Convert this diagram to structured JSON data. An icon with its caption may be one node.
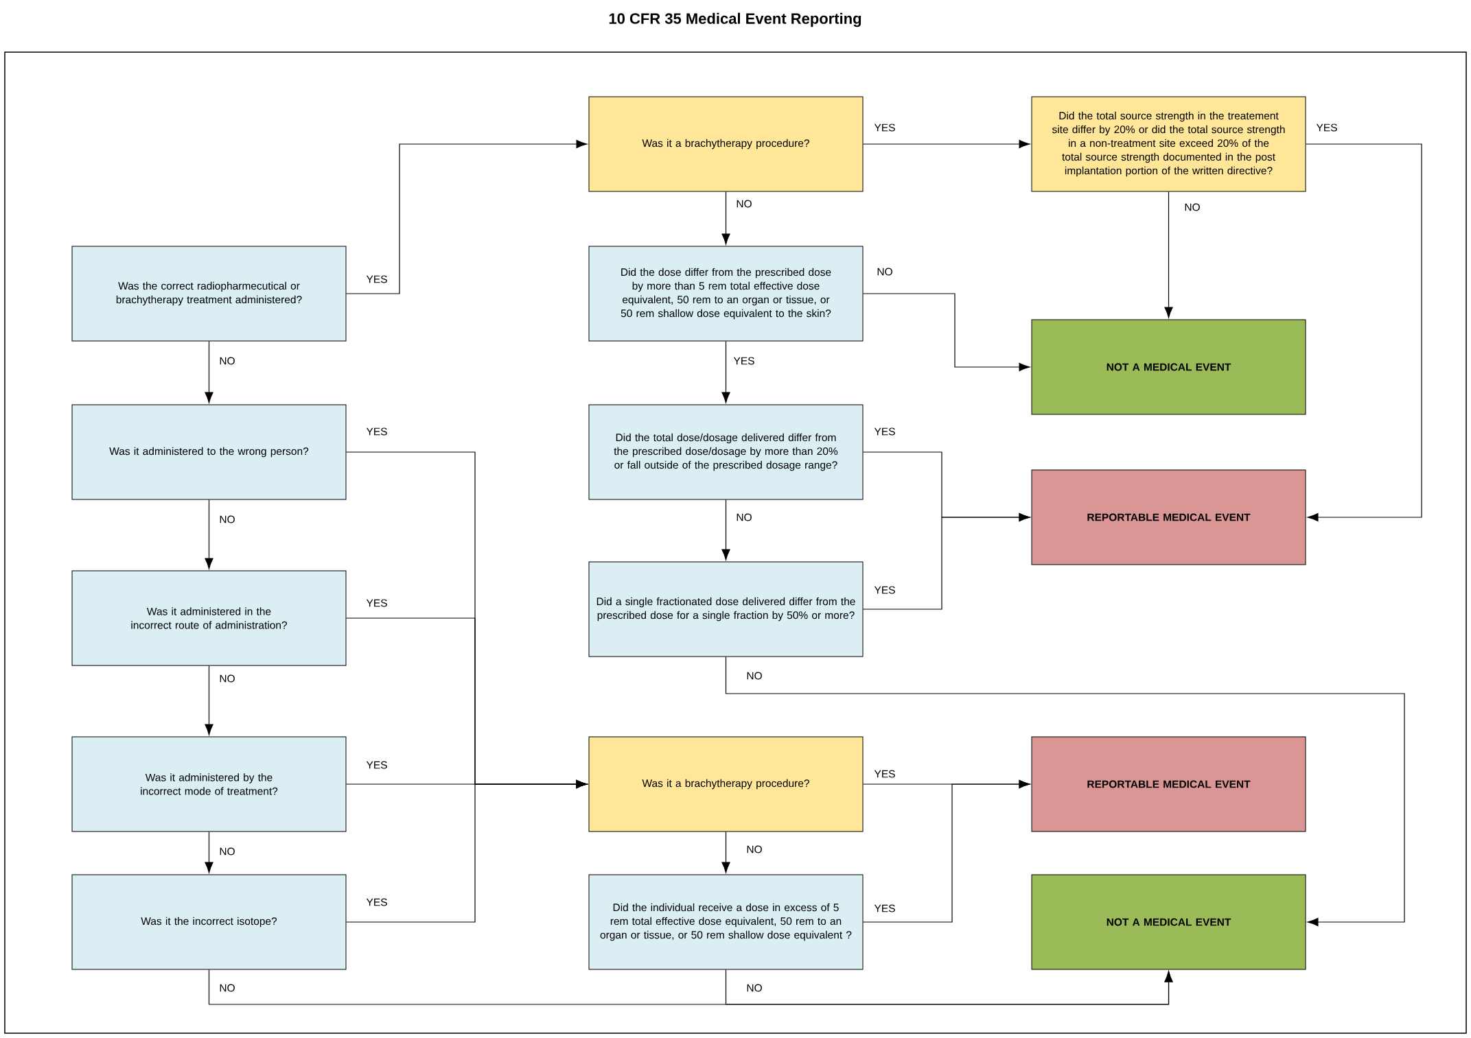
{
  "diagram": {
    "title": "10 CFR 35 Medical Event Reporting",
    "nodes": [
      {
        "text": [
          "Was the correct radiopharmecutical or brachytherapy treatment administered?"
        ]
      },
      {
        "text": [
          "Was it administered to the wrong person?"
        ]
      },
      {
        "text": [
          "Was it administered in the incorrect route of administration?"
        ]
      },
      {
        "text": [
          "Was it administered by the incorrect mode of treatment?"
        ]
      },
      {
        "text": [
          "Was it the incorrect isotope?"
        ]
      },
      {
        "text": [
          "Was it a brachytherapy procedure?"
        ]
      },
      {
        "text": [
          "Did the dose differ from the prescribed dose by more than 5 rem total effective dose equivalent, 50 rem to an organ or tissue, or 50 rem shallow dose equivalent to the skin?"
        ]
      },
      {
        "text": [
          "Did the total dose/dosage delivered differ from the prescribed dose/dosage by more than 20% or fall outside of the prescribed dosage range?"
        ]
      },
      {
        "text": [
          "Did a single fractionated dose delivered differ from the prescribed dose for a single fraction by 50% or more?"
        ]
      },
      {
        "text": [
          "Was it a brachytherapy procedure?"
        ]
      },
      {
        "text": [
          "Did the individual receive a dose in excess of 5 rem total effective dose equivalent, 50 rem to an organ or tissue, or 50 rem shallow dose equivalent ?"
        ]
      },
      {
        "text": [
          "Did the total source strength in the treatement site differ by 20% or did the total source strength in a non-treatment site exceed 20% of the total source strength documented in the post implantation portion of the written directive?"
        ]
      },
      {
        "text": [
          "NOT A MEDICAL EVENT"
        ]
      },
      {
        "text": [
          "REPORTABLE MEDICAL EVENT"
        ]
      },
      {
        "text": [
          "REPORTABLE MEDICAL EVENT"
        ]
      },
      {
        "text": [
          "NOT A MEDICAL EVENT"
        ]
      }
    ],
    "edges": [
      {
        "from": 0,
        "to": 5,
        "arrow": "to",
        "label": "YES"
      },
      {
        "from": 0,
        "to": 1,
        "arrow": "to",
        "label": "NO"
      },
      {
        "from": 1,
        "to": 9,
        "arrow": "to",
        "label": "YES"
      },
      {
        "from": 2,
        "to": 9,
        "arrow": "to",
        "label": "YES"
      },
      {
        "from": 3,
        "to": 9,
        "arrow": "to",
        "label": "YES"
      },
      {
        "from": 4,
        "to": 9,
        "arrow": "to",
        "label": "YES"
      },
      {
        "from": 1,
        "to": 2,
        "arrow": "to",
        "label": "NO"
      },
      {
        "from": 2,
        "to": 3,
        "arrow": "to",
        "label": "NO"
      },
      {
        "from": 3,
        "to": 4,
        "arrow": "to",
        "label": "NO"
      },
      {
        "from": 4,
        "to": 15,
        "arrow": "to",
        "label": "NO"
      },
      {
        "from": 5,
        "to": 11,
        "arrow": "to",
        "label": "YES"
      },
      {
        "from": 5,
        "to": 6,
        "arrow": "to",
        "label": "NO"
      },
      {
        "from": 11,
        "to": 13,
        "arrow": "to",
        "label": "YES"
      },
      {
        "from": 11,
        "to": 12,
        "arrow": "to",
        "label": "NO"
      },
      {
        "from": 6,
        "to": 12,
        "arrow": "to",
        "label": "NO"
      },
      {
        "from": 6,
        "to": 7,
        "arrow": "to",
        "label": "YES"
      },
      {
        "from": 7,
        "to": 13,
        "arrow": "to",
        "label": "YES"
      },
      {
        "from": 8,
        "to": 13,
        "arrow": "to",
        "label": "YES"
      },
      {
        "from": 7,
        "to": 8,
        "arrow": "to",
        "label": "NO"
      },
      {
        "from": 8,
        "to": 15,
        "arrow": "to",
        "label": "NO"
      },
      {
        "from": 9,
        "to": 14,
        "arrow": "to",
        "label": "YES"
      },
      {
        "from": 9,
        "to": 10,
        "arrow": "to",
        "label": "NO"
      },
      {
        "from": 10,
        "to": 14,
        "arrow": "to",
        "label": "YES"
      },
      {
        "from": 10,
        "to": 15,
        "arrow": "to",
        "label": "NO"
      }
    ]
  }
}
